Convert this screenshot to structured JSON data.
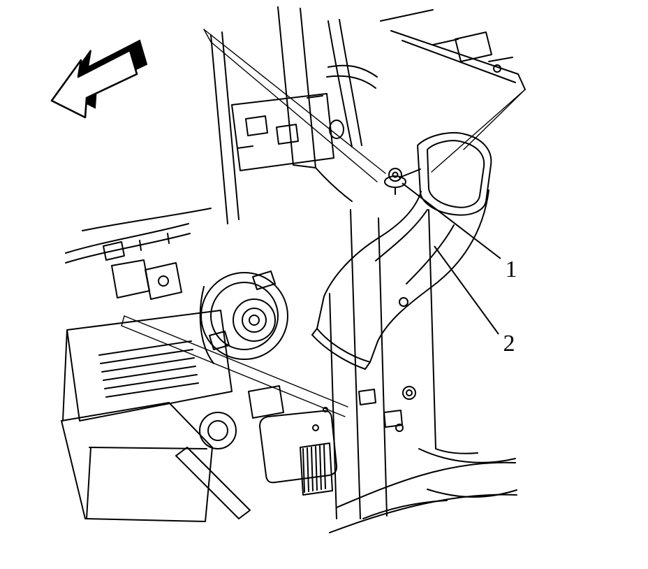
{
  "figure": {
    "callouts": [
      {
        "label": "1"
      },
      {
        "label": "2"
      }
    ],
    "icons": {
      "direction_arrow": "front-direction-arrow"
    },
    "colors": {
      "line": "#000000",
      "background": "#ffffff"
    }
  }
}
